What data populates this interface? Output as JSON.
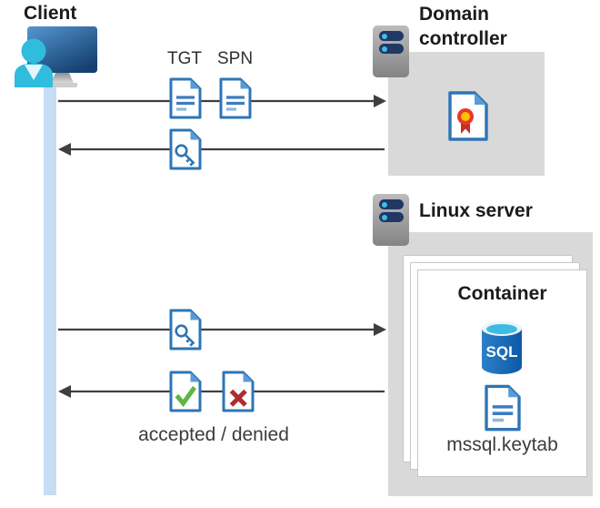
{
  "client": {
    "label": "Client"
  },
  "flows": {
    "tgt_label": "TGT",
    "spn_label": "SPN",
    "response_label": "accepted / denied"
  },
  "domain_controller": {
    "label": "Domain controller",
    "label_lines": [
      "Domain",
      "controller"
    ]
  },
  "linux_server": {
    "label": "Linux server",
    "container": {
      "label": "Container",
      "sql_badge": "SQL",
      "keytab_file": "mssql.keytab"
    }
  },
  "icons": {
    "client": "user-at-monitor-icon",
    "domain_controller": "server-tower-icon",
    "linux_server": "server-tower-icon",
    "tgt": "ticket-document-icon",
    "spn": "ticket-document-icon",
    "service_ticket": "key-document-icon",
    "certificate": "certificate-document-icon",
    "accepted": "check-document-icon",
    "denied": "cross-document-icon",
    "sql_database": "sql-database-cylinder-icon",
    "keytab": "text-document-icon"
  },
  "colors": {
    "doc_blue": "#2E75B6",
    "fold_blue": "#5B9BD5",
    "box_gray": "#D9D9D9",
    "arrow_gray": "#3F3F3F",
    "lifeline_blue": "#C7DCF5",
    "check_green": "#5FB446",
    "cross_red": "#B02B30",
    "sql_blue": "#1268B3",
    "person_cyan": "#2FBCDD",
    "server_bar_navy": "#1F3864",
    "cert_red": "#E8372C",
    "cert_yellow": "#FFC103"
  }
}
